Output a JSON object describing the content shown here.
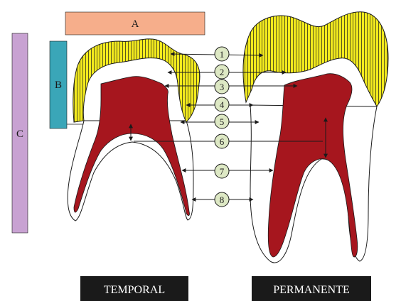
{
  "labels": {
    "a": "A",
    "b": "B",
    "c": "C"
  },
  "markers": [
    "1",
    "2",
    "3",
    "4",
    "5",
    "6",
    "7",
    "8"
  ],
  "captions": {
    "temporal": "TEMPORAL",
    "permanente": "PERMANENTE"
  },
  "colors": {
    "enamel": "#f2ea1e",
    "pulp": "#a6161e",
    "outline": "#1a1a1a",
    "marker": "#dde8c4",
    "bar_a": "#f6ae8b",
    "bar_b": "#3aa6b8",
    "bar_c": "#c8a2d2",
    "caption_bg": "#1a1a1a"
  }
}
